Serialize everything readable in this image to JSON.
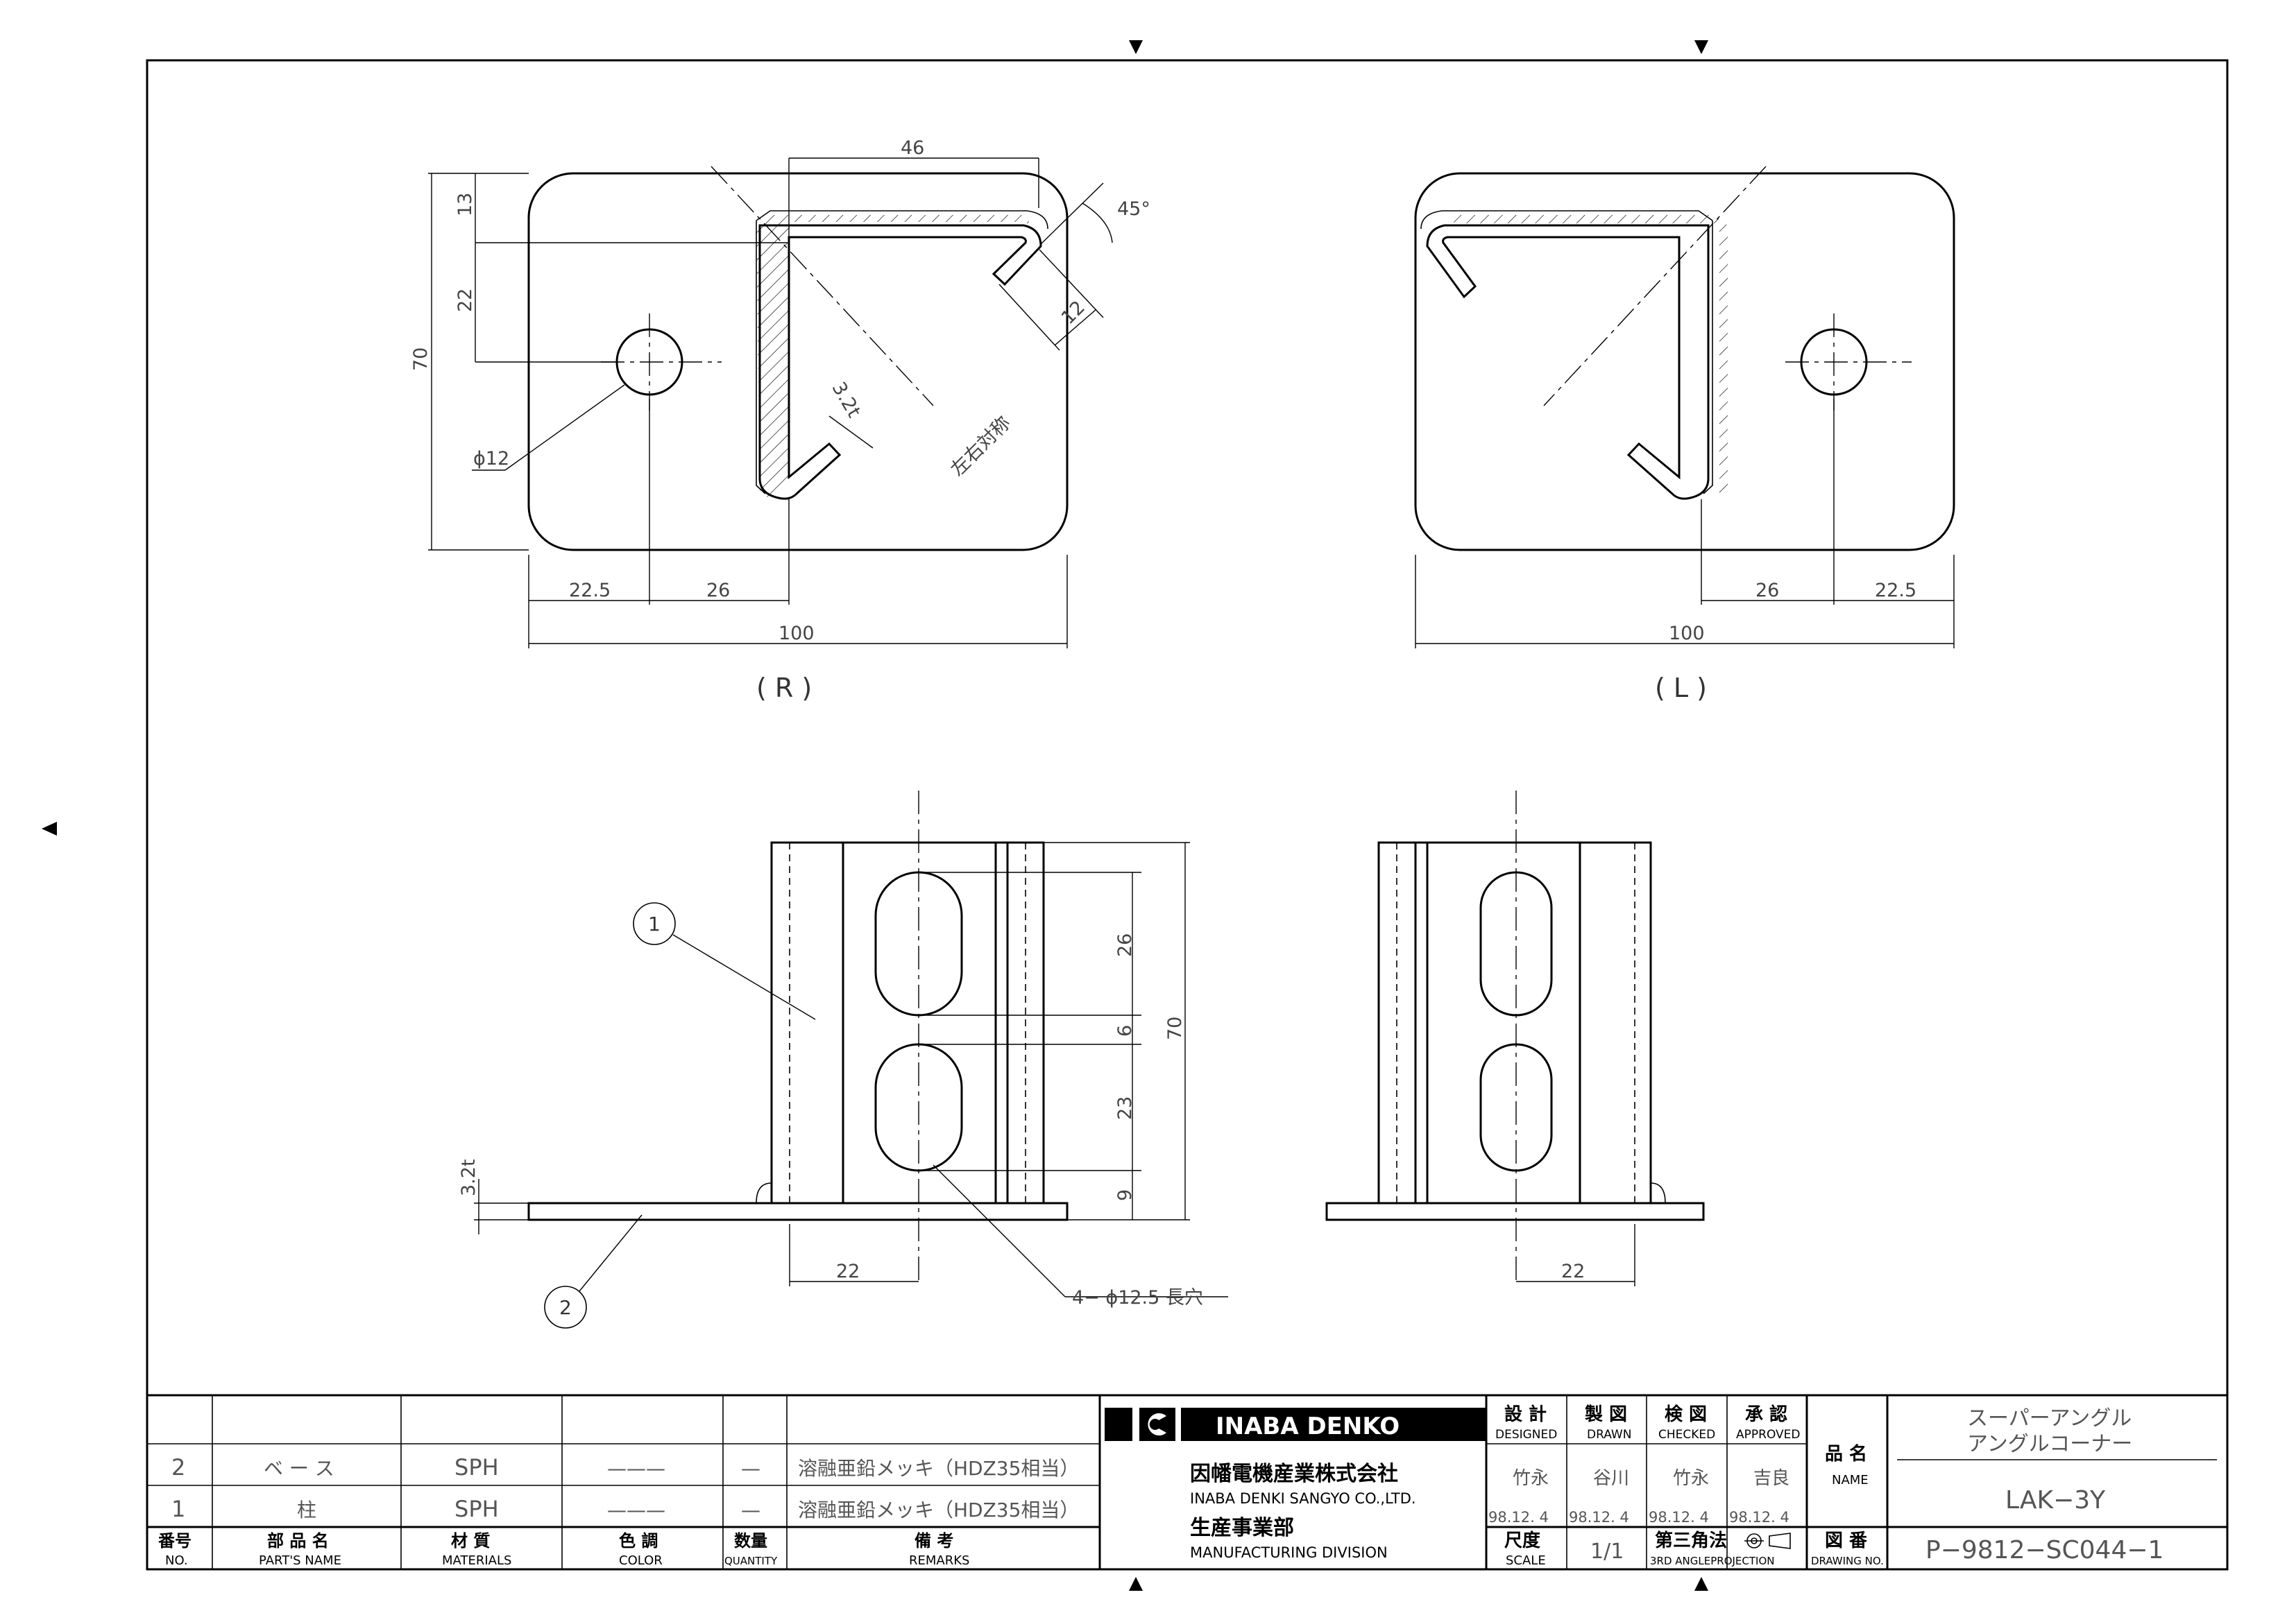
{
  "drawing": {
    "views": {
      "right": {
        "label": "( R )",
        "note": "左右対称"
      },
      "left": {
        "label": "( L )"
      }
    },
    "dimensions": {
      "width_46": "46",
      "angle_45": "45°",
      "d13": "13",
      "d22": "22",
      "d70": "70",
      "d12": "12",
      "thickness": "3.2t",
      "hole_dia": "ϕ12",
      "d22_5": "22.5",
      "d26": "26",
      "d100": "100",
      "slot_26": "26",
      "slot_6": "6",
      "slot_23": "23",
      "slot_9": "9",
      "height_70": "70",
      "base_t": "3.2t",
      "front_22": "22",
      "slot_note": "4− ϕ12.5 長穴"
    },
    "balloons": [
      "1",
      "2"
    ]
  },
  "parts_list": {
    "rows": [
      {
        "no": "2",
        "name": "ベ ー ス",
        "material": "SPH",
        "color": "———",
        "qty": "—",
        "remarks": "溶融亜鉛メッキ（HDZ35相当）"
      },
      {
        "no": "1",
        "name": "柱",
        "material": "SPH",
        "color": "———",
        "qty": "—",
        "remarks": "溶融亜鉛メッキ（HDZ35相当）"
      }
    ],
    "headers": {
      "no_jp": "番号",
      "no_en": "NO.",
      "name_jp": "部 品 名",
      "name_en": "PART'S NAME",
      "material_jp": "材 質",
      "material_en": "MATERIALS",
      "color_jp": "色 調",
      "color_en": "COLOR",
      "qty_jp": "数量",
      "qty_en": "QUANTITY",
      "remarks_jp": "備 考",
      "remarks_en": "REMARKS"
    }
  },
  "company": {
    "brand": "INABA DENKO",
    "name_jp": "因幡電機産業株式会社",
    "name_en": "INABA DENKI SANGYO CO.,LTD.",
    "division_jp": "生産事業部",
    "division_en": "MANUFACTURING DIVISION"
  },
  "signoff": {
    "designed_jp": "設 計",
    "designed_en": "DESIGNED",
    "drawn_jp": "製 図",
    "drawn_en": "DRAWN",
    "checked_jp": "検 図",
    "checked_en": "CHECKED",
    "approved_jp": "承 認",
    "approved_en": "APPROVED",
    "designed_by": "竹永",
    "drawn_by": "谷川",
    "checked_by": "竹永",
    "approved_by": "吉良",
    "designed_date": "98.12. 4",
    "drawn_date": "98.12. 4",
    "checked_date": "98.12. 4",
    "approved_date": "98.12. 4",
    "scale_jp": "尺度",
    "scale_en": "SCALE",
    "scale": "1/1",
    "projection_jp": "第三角法",
    "projection_en": "3RD ANGLEPROJECTION"
  },
  "title": {
    "name_jp": "品 名",
    "name_en": "NAME",
    "line1": "スーパーアングル",
    "line2": "アングルコーナー",
    "model": "LAK−3Y",
    "drawing_no_jp": "図 番",
    "drawing_no_en": "DRAWING NO.",
    "drawing_no": "P−9812−SC044−1"
  }
}
